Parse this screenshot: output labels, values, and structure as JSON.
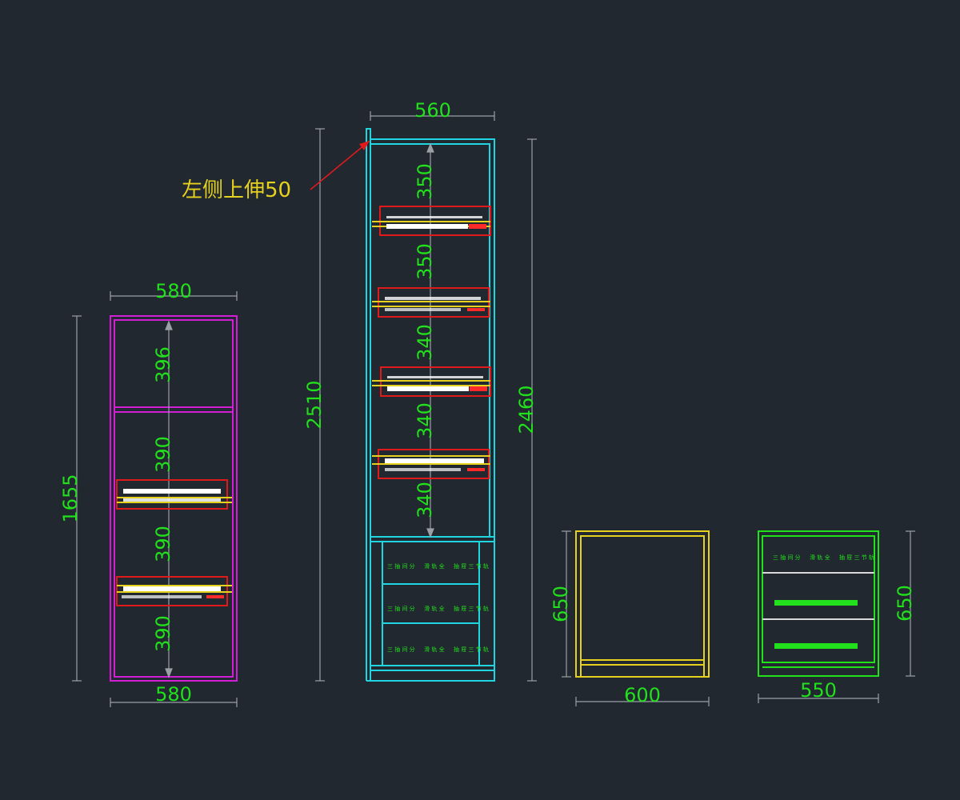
{
  "annotation": {
    "text": "左侧上伸50"
  },
  "cabinet_a": {
    "width_top": "580",
    "width_bottom": "580",
    "height": "1655",
    "gaps": [
      "396",
      "390",
      "390",
      "390"
    ]
  },
  "cabinet_b": {
    "width": "560",
    "height_left": "2510",
    "height_right": "2460",
    "gaps": [
      "350",
      "350",
      "340",
      "340",
      "340"
    ]
  },
  "cabinet_c": {
    "width": "600",
    "height": "650"
  },
  "cabinet_d": {
    "width": "550",
    "height": "650"
  },
  "colors": {
    "background": "#212830",
    "dimension_text": "#22e01c",
    "cabinet_a": "#d21fd6",
    "cabinet_b": "#1fd6e0",
    "cabinet_c": "#e6d11e",
    "cabinet_d": "#22e01c",
    "leader": "#e01a1a"
  }
}
